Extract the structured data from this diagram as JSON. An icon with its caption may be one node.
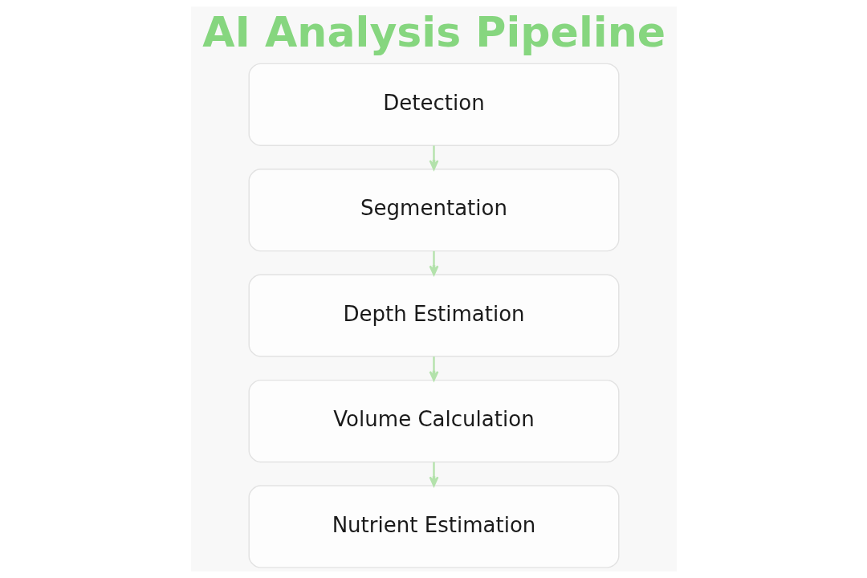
{
  "diagram": {
    "title": "AI Analysis Pipeline",
    "nodes": [
      {
        "text": [
          "Detection"
        ]
      },
      {
        "text": [
          "Segmentation"
        ]
      },
      {
        "text": [
          "Depth Estimation"
        ]
      },
      {
        "text": [
          "Volume Calculation"
        ]
      },
      {
        "text": [
          "Nutrient Estimation"
        ]
      }
    ],
    "edges": [
      {
        "from": 0,
        "to": 1,
        "arrow": "to"
      },
      {
        "from": 1,
        "to": 2,
        "arrow": "to"
      },
      {
        "from": 2,
        "to": 3,
        "arrow": "to"
      },
      {
        "from": 3,
        "to": 4,
        "arrow": "to"
      }
    ]
  }
}
